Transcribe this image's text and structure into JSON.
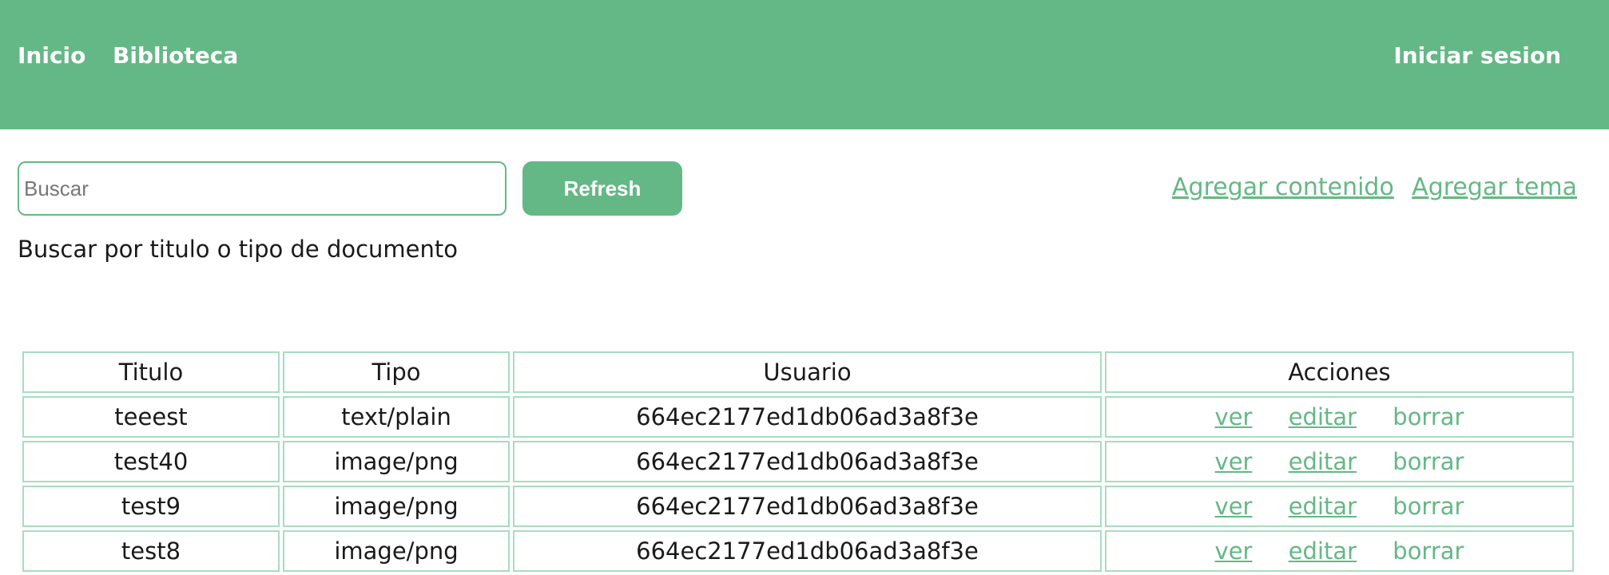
{
  "nav": {
    "home": "Inicio",
    "library": "Biblioteca",
    "login": "Iniciar sesion"
  },
  "search": {
    "placeholder": "Buscar",
    "value": "",
    "refresh_label": "Refresh",
    "hint": "Buscar por titulo o tipo de documento"
  },
  "links": {
    "add_content": "Agregar contenido",
    "add_topic": "Agregar tema"
  },
  "table": {
    "headers": [
      "Titulo",
      "Tipo",
      "Usuario",
      "Acciones"
    ],
    "actions": {
      "view": "ver",
      "edit": "editar",
      "delete": "borrar"
    },
    "rows": [
      {
        "titulo": "teeest",
        "tipo": "text/plain",
        "usuario": "664ec2177ed1db06ad3a8f3e"
      },
      {
        "titulo": "test40",
        "tipo": "image/png",
        "usuario": "664ec2177ed1db06ad3a8f3e"
      },
      {
        "titulo": "test9",
        "tipo": "image/png",
        "usuario": "664ec2177ed1db06ad3a8f3e"
      },
      {
        "titulo": "test8",
        "tipo": "image/png",
        "usuario": "664ec2177ed1db06ad3a8f3e"
      }
    ]
  },
  "colors": {
    "brand": "#64b886",
    "table_border": "#a8dcc0",
    "text": "#1a1a1a"
  }
}
